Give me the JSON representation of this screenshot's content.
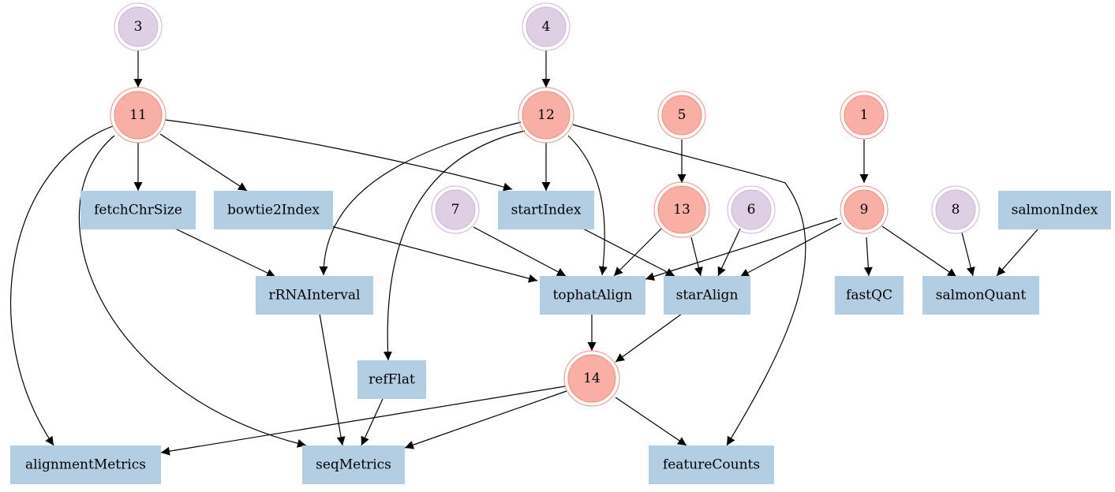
{
  "colors": {
    "purple_fill": "#dfcfe5",
    "purple_stroke": "#cdb5d6",
    "salmon_fill": "#f9afa6",
    "salmon_stroke": "#f08e84",
    "task_fill": "#b3cde3",
    "edge": "#000000"
  },
  "nodes": {
    "n3": "3",
    "n4": "4",
    "n11": "11",
    "n12": "12",
    "n5": "5",
    "n1": "1",
    "n13": "13",
    "n6": "6",
    "n7": "7",
    "n9": "9",
    "n8": "8",
    "n14": "14",
    "fetchChrSize": "fetchChrSize",
    "bowtie2Index": "bowtie2Index",
    "startIndex": "startIndex",
    "salmonIndex": "salmonIndex",
    "rRNAInterval": "rRNAInterval",
    "tophatAlign": "tophatAlign",
    "starAlign": "starAlign",
    "fastQC": "fastQC",
    "salmonQuant": "salmonQuant",
    "refFlat": "refFlat",
    "alignmentMetrics": "alignmentMetrics",
    "seqMetrics": "seqMetrics",
    "featureCounts": "featureCounts"
  }
}
